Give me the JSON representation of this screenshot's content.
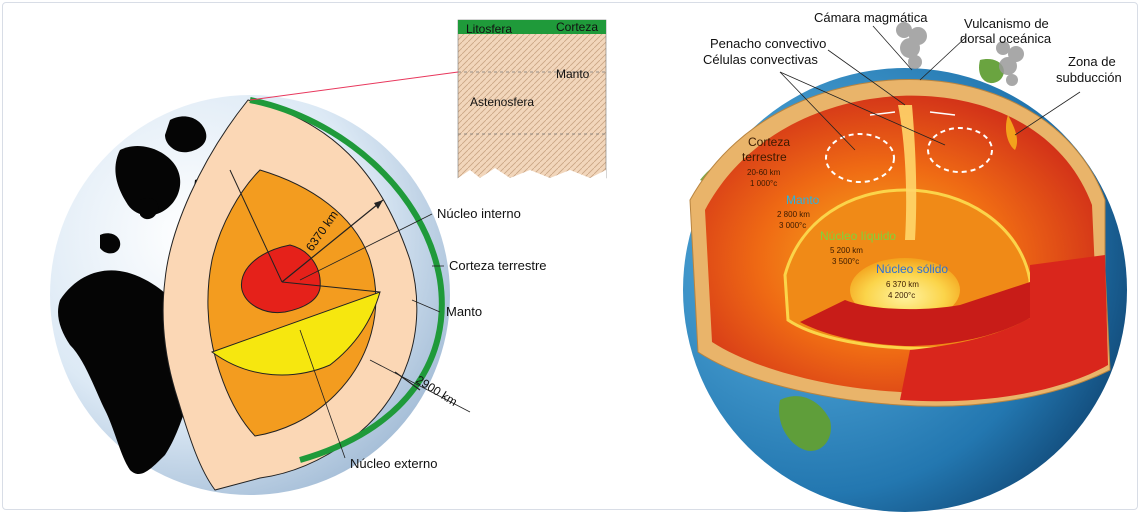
{
  "left_diagram": {
    "inset": {
      "litosfera": "Litosfera",
      "corteza": "Corteza",
      "manto": "Manto",
      "astenosfera": "Astenosfera"
    },
    "radius_label": "6370 km",
    "nucleo_interno": "Núcleo interno",
    "corteza_terrestre": "Corteza terrestre",
    "manto": "Manto",
    "thickness_label": "2900 km",
    "nucleo_externo": "Núcleo externo"
  },
  "right_diagram": {
    "camara_magmatica": "Cámara magmática",
    "vulcanismo_l1": "Vulcanismo de",
    "vulcanismo_l2": "dorsal oceánica",
    "penacho": "Penacho convectivo",
    "celulas": "Células convectivas",
    "zona_l1": "Zona de",
    "zona_l2": "subducción",
    "corteza_l1": "Corteza",
    "corteza_l2": "terrestre",
    "corteza_km": "20-60 km",
    "corteza_temp": "1 000°c",
    "manto": "Manto",
    "manto_km": "2 800 km",
    "manto_temp": "3 000°c",
    "nucleo_liquido": "Núcleo líquido",
    "nucleo_liquido_km": "5 200 km",
    "nucleo_liquido_temp": "3 500°c",
    "nucleo_solido": "Núcleo sólido",
    "nucleo_solido_km": "6 370 km",
    "nucleo_solido_temp": "4 200°c"
  },
  "colors": {
    "crust_green": "#1f9a3a",
    "mantle_peach": "#fbd7b5",
    "outer_core_orange": "#f39c1f",
    "inner_core_red": "#e5211a",
    "yellow": "#f6e70f",
    "ocean_blue": "#2f8fc4",
    "red_mantle": "#d9261c"
  }
}
